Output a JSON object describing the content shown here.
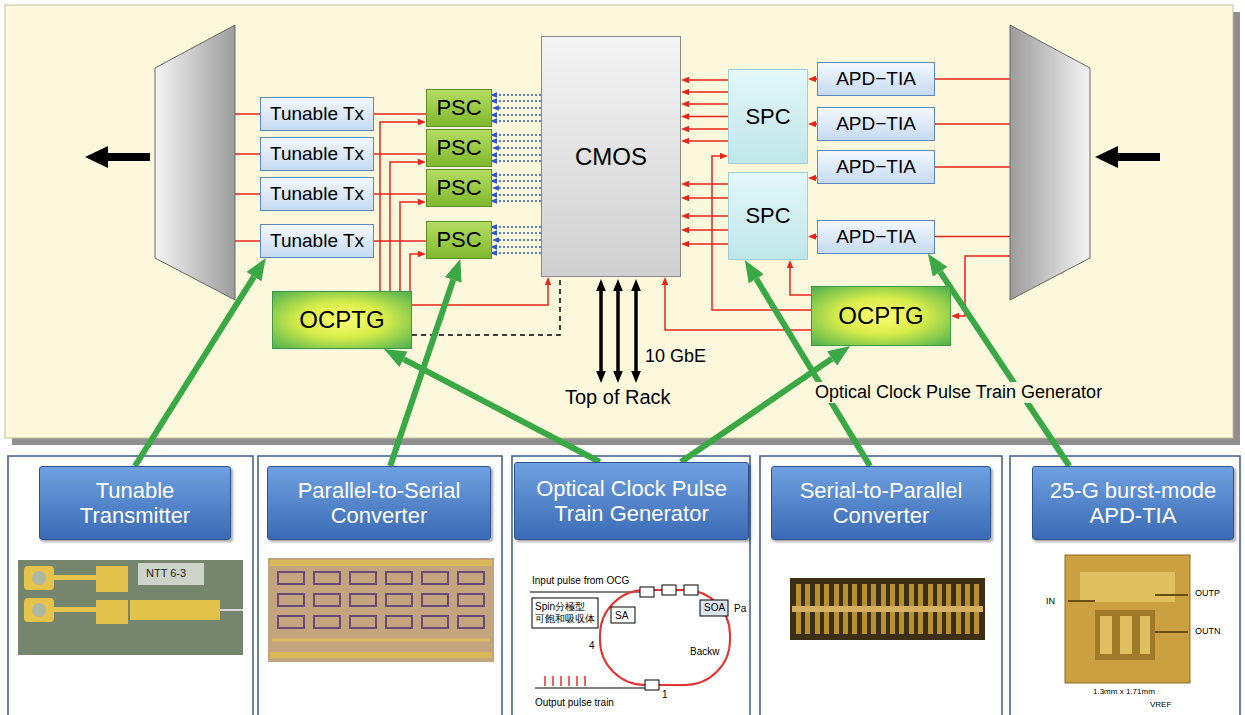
{
  "diagram": {
    "nodes": [
      {
        "text": [
          "Tunable Tx"
        ]
      },
      {
        "text": [
          "Tunable Tx"
        ]
      },
      {
        "text": [
          "Tunable Tx"
        ]
      },
      {
        "text": [
          "Tunable Tx"
        ]
      },
      {
        "text": [
          "PSC"
        ]
      },
      {
        "text": [
          "PSC"
        ]
      },
      {
        "text": [
          "PSC"
        ]
      },
      {
        "text": [
          "PSC"
        ]
      },
      {
        "text": [
          "CMOS"
        ]
      },
      {
        "text": [
          "SPC"
        ]
      },
      {
        "text": [
          "SPC"
        ]
      },
      {
        "text": [
          "APD−TIA"
        ]
      },
      {
        "text": [
          "APD−TIA"
        ]
      },
      {
        "text": [
          "APD−TIA"
        ]
      },
      {
        "text": [
          "APD−TIA"
        ]
      },
      {
        "text": [
          "OCPTG"
        ]
      },
      {
        "text": [
          "OCPTG"
        ]
      },
      {
        "text": [
          "Tunable Transmitter"
        ]
      },
      {
        "text": [
          "Parallel-to-Serial Converter"
        ]
      },
      {
        "text": [
          "Optical Clock Pulse Train Generator"
        ]
      },
      {
        "text": [
          "Serial-to-Parallel Converter"
        ]
      },
      {
        "text": [
          "25-G burst-mode APD-TIA"
        ]
      }
    ],
    "edges": [
      {
        "from": 4,
        "to": 0,
        "arrow": "none"
      },
      {
        "from": 5,
        "to": 1,
        "arrow": "none"
      },
      {
        "from": 6,
        "to": 2,
        "arrow": "none"
      },
      {
        "from": 7,
        "to": 3,
        "arrow": "none"
      },
      {
        "from": 8,
        "to": 4,
        "arrow": "to"
      },
      {
        "from": 8,
        "to": 5,
        "arrow": "to"
      },
      {
        "from": 8,
        "to": 6,
        "arrow": "to"
      },
      {
        "from": 8,
        "to": 7,
        "arrow": "to"
      },
      {
        "from": 9,
        "to": 8,
        "arrow": "to"
      },
      {
        "from": 10,
        "to": 8,
        "arrow": "to"
      },
      {
        "from": 11,
        "to": 9,
        "arrow": "to"
      },
      {
        "from": 12,
        "to": 9,
        "arrow": "to"
      },
      {
        "from": 13,
        "to": 10,
        "arrow": "to"
      },
      {
        "from": 14,
        "to": 10,
        "arrow": "to"
      },
      {
        "from": 15,
        "to": 4,
        "arrow": "to"
      },
      {
        "from": 15,
        "to": 5,
        "arrow": "to"
      },
      {
        "from": 15,
        "to": 6,
        "arrow": "to"
      },
      {
        "from": 15,
        "to": 7,
        "arrow": "to"
      },
      {
        "from": 15,
        "to": 8,
        "arrow": "to"
      },
      {
        "from": 15,
        "to": 8,
        "arrow": "none"
      },
      {
        "from": 16,
        "to": 8,
        "arrow": "to"
      },
      {
        "from": 16,
        "to": 9,
        "arrow": "to"
      },
      {
        "from": 16,
        "to": 10,
        "arrow": "to"
      },
      {
        "from": 17,
        "to": 3,
        "arrow": "to"
      },
      {
        "from": 18,
        "to": 7,
        "arrow": "to"
      },
      {
        "from": 19,
        "to": 15,
        "arrow": "to"
      },
      {
        "from": 19,
        "to": 16,
        "arrow": "to"
      },
      {
        "from": 20,
        "to": 10,
        "arrow": "to"
      },
      {
        "from": 21,
        "to": 14,
        "arrow": "to"
      }
    ],
    "labels": [
      "10 GbE",
      "Top of Rack",
      "Optical Clock Pulse Train Generator",
      "NTT 6-3",
      "Input pulse from OCG",
      "Spin分極型 可飽和吸収体",
      "SA",
      "SOA",
      "Pa",
      "Backw",
      "4",
      "1",
      "Output pulse train",
      "IN",
      "OUTP",
      "OUTN",
      "1.3mm x 1.71mm",
      "VREF"
    ]
  }
}
